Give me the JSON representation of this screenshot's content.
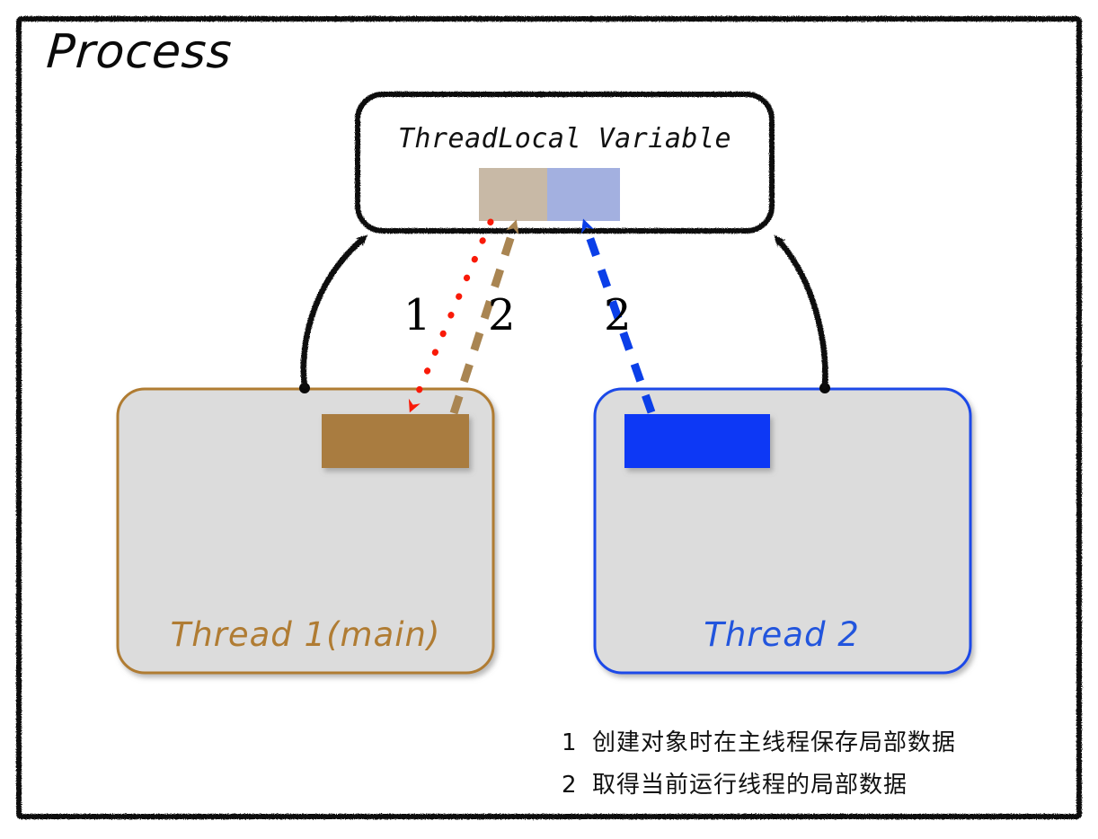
{
  "diagram": {
    "title": "Process",
    "threadlocal_box": {
      "title": "ThreadLocal Variable",
      "slots": [
        {
          "name": "thread1-slot",
          "color": "#c8b9a6"
        },
        {
          "name": "thread2-slot",
          "color": "#a3b0e0"
        }
      ]
    },
    "threads": [
      {
        "id": "thread1",
        "label": "Thread 1(main)",
        "accent": "#b07c33",
        "fill": "#dcdcdc",
        "data_block_color": "#a97b3f"
      },
      {
        "id": "thread2",
        "label": "Thread 2",
        "accent": "#1a49e8",
        "fill": "#dcdcdc",
        "data_block_color": "#0737f5"
      }
    ],
    "arrow_labels": {
      "red_down": "1",
      "brown_up": "2",
      "blue_up": "2"
    },
    "arrow_colors": {
      "red": "#f91a08",
      "brown": "#a98552",
      "blue": "#0b3fe8",
      "black": "#0a0a0a"
    },
    "legend": [
      {
        "index": "1",
        "text": "创建对象时在主线程保存局部数据"
      },
      {
        "index": "2",
        "text": "取得当前运行线程的局部数据"
      }
    ]
  }
}
